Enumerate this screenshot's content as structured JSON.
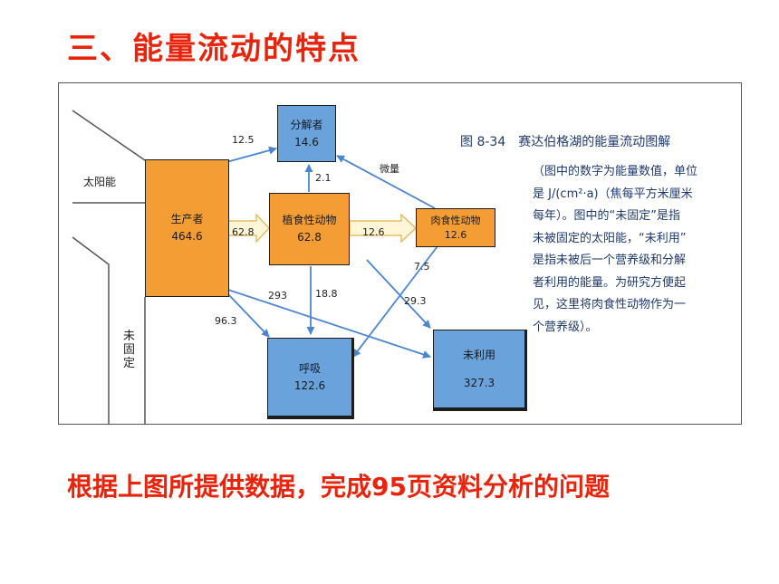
{
  "heading": "三、能量流动的特点",
  "figure": {
    "caption_title": "图 8-34　赛达伯格湖的能量流动图解",
    "caption_lines": [
      "（图中的数字为能量数值，单位",
      "是 J/(cm²·a)（焦每平方米厘米",
      "每年）。图中的“未固定”是指",
      "未被固定的太阳能，“未利用”",
      "是指未被后一个营养级和分解",
      "者利用的能量。为研究方便起",
      "见，这里将肉食性动物作为一",
      "个营养级）。"
    ],
    "sun_label": "太阳能",
    "unfixed_label": "未固定",
    "nodes": {
      "producer": {
        "label": "生产者",
        "value": "464.6"
      },
      "herbivore": {
        "label": "植食性动物",
        "value": "62.8"
      },
      "carnivore": {
        "label": "肉食性动物",
        "value": "12.6"
      },
      "decomposer": {
        "label": "分解者",
        "value": "14.6"
      },
      "respiration": {
        "label": "呼吸",
        "value": "122.6"
      },
      "unused": {
        "label": "未利用",
        "value": "327.3"
      }
    },
    "flows": {
      "producer_to_decomposer": "12.5",
      "producer_to_herbivore": "62.8",
      "herbivore_to_decomposer": "2.1",
      "carnivore_to_decomposer": "微量",
      "herbivore_to_carnivore": "12.6",
      "carnivore_to_respiration": "7.5",
      "producer_to_unused": "293",
      "herbivore_to_respiration": "18.8",
      "herbivore_to_unused": "29.3",
      "producer_to_respiration": "96.3"
    }
  },
  "instruction": "根据上图所提供数据，完成95页资料分析的问题",
  "colors": {
    "heading": "#e8250c",
    "box_blue": "#6aa3dc",
    "box_orange": "#f49d34",
    "arrow": "#4a86d0"
  }
}
